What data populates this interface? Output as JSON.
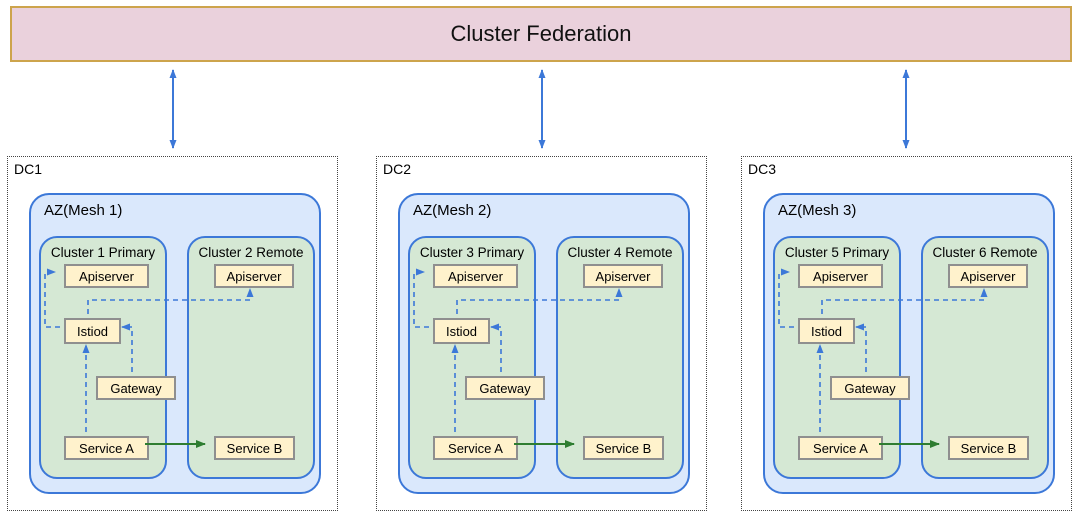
{
  "title": {
    "text": "Cluster Federation"
  },
  "colors": {
    "banner_fill": "#ead1dc",
    "banner_border": "#cda44c",
    "az_fill": "#dae8fc",
    "cluster_fill": "#d5e8d4",
    "blue_border": "#3c78d8",
    "node_fill": "#fff2cc",
    "node_border": "#8f8f8f",
    "dashed_arrow": "#3c78d8",
    "solid_arrow": "#2e7d31"
  },
  "dcs": [
    {
      "label": "DC1",
      "az_label": "AZ(Mesh 1)",
      "primary": {
        "label": "Cluster 1 Primary",
        "nodes": {
          "apiserver": "Apiserver",
          "istiod": "Istiod",
          "gateway": "Gateway",
          "service_a": "Service A"
        }
      },
      "remote": {
        "label": "Cluster 2 Remote",
        "nodes": {
          "apiserver": "Apiserver",
          "service_b": "Service B"
        }
      }
    },
    {
      "label": "DC2",
      "az_label": "AZ(Mesh 2)",
      "primary": {
        "label": "Cluster 3 Primary",
        "nodes": {
          "apiserver": "Apiserver",
          "istiod": "Istiod",
          "gateway": "Gateway",
          "service_a": "Service A"
        }
      },
      "remote": {
        "label": "Cluster 4 Remote",
        "nodes": {
          "apiserver": "Apiserver",
          "service_b": "Service B"
        }
      }
    },
    {
      "label": "DC3",
      "az_label": "AZ(Mesh 3)",
      "primary": {
        "label": "Cluster 5 Primary",
        "nodes": {
          "apiserver": "Apiserver",
          "istiod": "Istiod",
          "gateway": "Gateway",
          "service_a": "Service A"
        }
      },
      "remote": {
        "label": "Cluster 6 Remote",
        "nodes": {
          "apiserver": "Apiserver",
          "service_b": "Service B"
        }
      }
    }
  ],
  "edges": [
    {
      "from": "Istiod",
      "to": "Apiserver (primary cluster)",
      "style": "dashed-blue",
      "per_dc": true
    },
    {
      "from": "Istiod",
      "to": "Apiserver (remote cluster)",
      "style": "dashed-blue",
      "per_dc": true
    },
    {
      "from": "Gateway",
      "to": "Istiod",
      "style": "dashed-blue",
      "per_dc": true
    },
    {
      "from": "Service A",
      "to": "Istiod",
      "style": "dashed-blue",
      "per_dc": true
    },
    {
      "from": "Service A",
      "to": "Service B",
      "style": "solid-green",
      "per_dc": true
    },
    {
      "from": "Cluster Federation",
      "to": "DC1",
      "style": "double-headed-blue"
    },
    {
      "from": "Cluster Federation",
      "to": "DC2",
      "style": "double-headed-blue"
    },
    {
      "from": "Cluster Federation",
      "to": "DC3",
      "style": "double-headed-blue"
    }
  ]
}
